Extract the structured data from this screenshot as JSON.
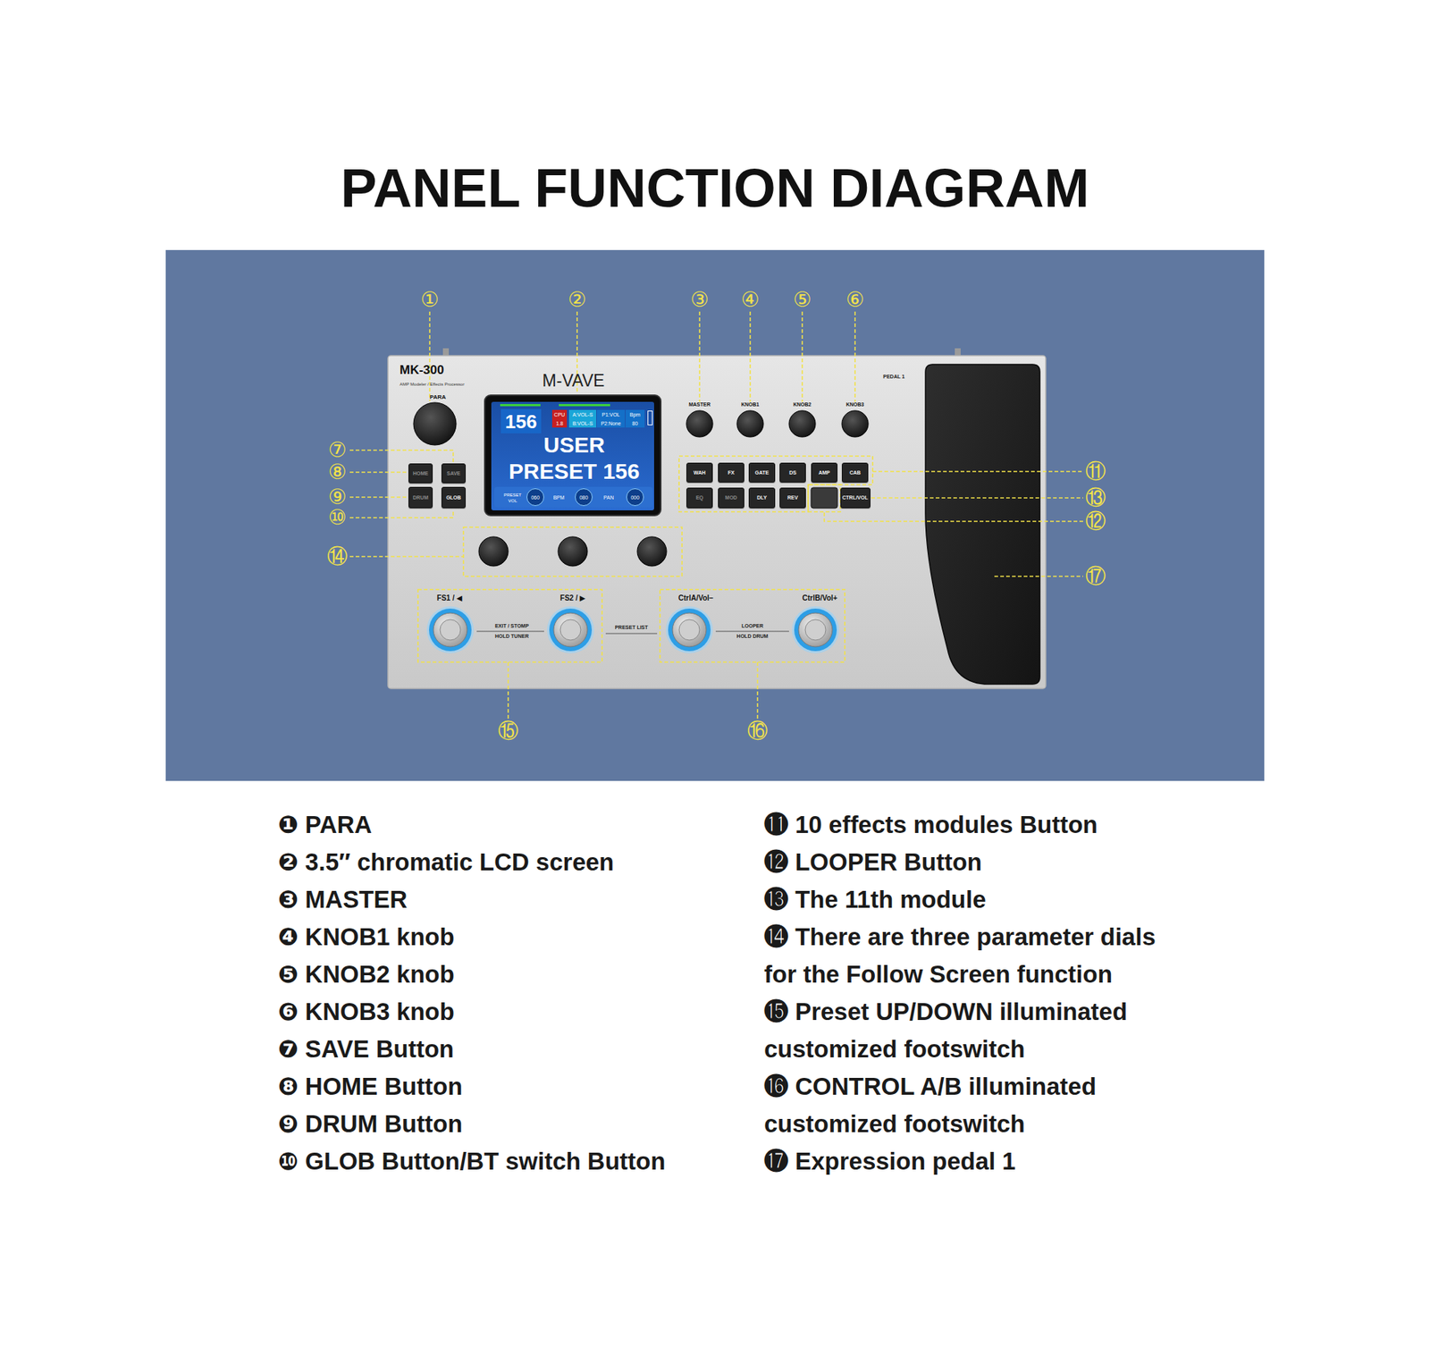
{
  "diagram": {
    "title": "PANEL FUNCTION DIAGRAM",
    "nodes": [
      {
        "text": [
          "156",
          "CPU",
          "1.8",
          "A:VOL-S",
          "B:VOL-S",
          "P1:VOL",
          "P2:None",
          "Bpm",
          "80",
          "USER PRESET 156",
          "PRESET VOL",
          "060",
          "BPM",
          "080",
          "PAN",
          "000"
        ]
      },
      {
        "text": [
          "HOME"
        ]
      },
      {
        "text": [
          "SAVE"
        ]
      },
      {
        "text": [
          "DRUM"
        ]
      },
      {
        "text": [
          "GLOB"
        ]
      },
      {
        "text": [
          "WAH"
        ]
      },
      {
        "text": [
          "FX"
        ]
      },
      {
        "text": [
          "GATE"
        ]
      },
      {
        "text": [
          "DS"
        ]
      },
      {
        "text": [
          "AMP"
        ]
      },
      {
        "text": [
          "CAB"
        ]
      },
      {
        "text": [
          "EQ"
        ]
      },
      {
        "text": [
          "MOD"
        ]
      },
      {
        "text": [
          "DLY"
        ]
      },
      {
        "text": [
          "REV"
        ]
      },
      {
        "text": [
          "CTRL/VOL"
        ]
      }
    ],
    "labels": [
      "MK-300",
      "AMP Modeler / Effects Processor",
      "M-VAVE",
      "PARA",
      "PEDAL 1",
      "MASTER",
      "KNOB1",
      "KNOB2",
      "KNOB3",
      "FS1 / ◀",
      "FS2 / ▶",
      "CtrlA/Vol−",
      "CtrlB/Vol+",
      "EXIT / STOMP",
      "HOLD TUNER",
      "PRESET LIST",
      "LOOPER",
      "HOLD DRUM",
      "①",
      "②",
      "③",
      "④",
      "⑤",
      "⑥",
      "⑦",
      "⑧",
      "⑨",
      "⑩",
      "⑪",
      "⑫",
      "⑬",
      "⑭",
      "⑮",
      "⑯",
      "⑰",
      "❶ PARA",
      "❷ 3.5″ chromatic LCD screen",
      "❸ MASTER",
      "❹ KNOB1 knob",
      "❺ KNOB2 knob",
      "❻ KNOB3 knob",
      "❼ SAVE Button",
      "❽ HOME Button",
      "❾ DRUM Button",
      "❿ GLOB Button/BT switch Button",
      "⓫ 10 effects modules Button",
      "⓬ LOOPER Button",
      "⓭ The 11th module",
      "⓮ There are three parameter dials for the Follow Screen function",
      "⓯ Preset UP/DOWN illuminated customized footswitch",
      "⓰ CONTROL A/B illuminated customized footswitch",
      "⓱ Expression pedal 1"
    ]
  }
}
